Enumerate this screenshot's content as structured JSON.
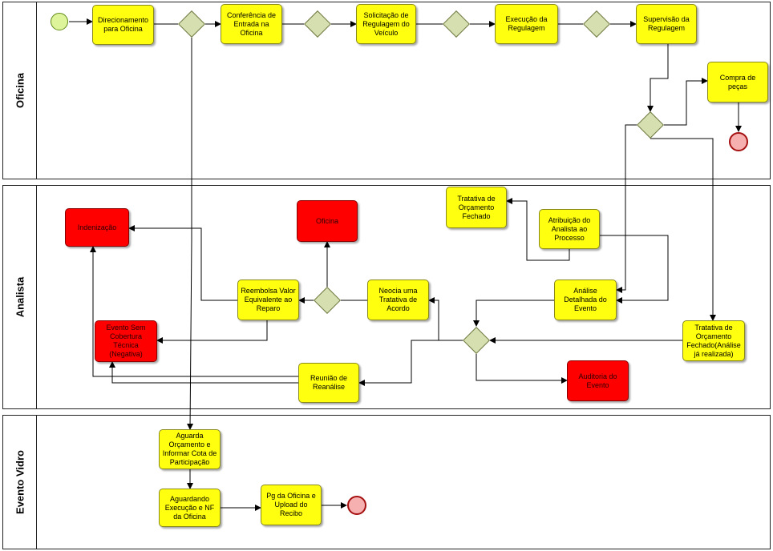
{
  "lanes": {
    "oficina": "Oficina",
    "analista": "Analista",
    "evento_vidro": "Evento Vidro"
  },
  "tasks": {
    "direcionamento": "Direcionamento para Oficina",
    "conferencia": "Conferência de Entrada na Oficina",
    "solicitacao": "Solicitação de Regulagem do Veículo",
    "execucao_regulagem": "Execução da Regulagem",
    "supervisao": "Supervisão da Regulagem",
    "compra_pecas": "Compra de peças",
    "tratativa_fechado": "Tratativa de Orçamento Fechado",
    "atribuicao": "Atribuição do Analista ao Processo",
    "indenizacao": "Indenização",
    "oficina_red": "Oficina",
    "reembolsa": "Reembolsa Valor Equivalente ao Reparo",
    "neocia": "Neocia uma Tratativa de Acordo",
    "analise_detalhada": "Análise Detalhada do Evento",
    "tratativa_analise": "Tratativa de Orçamento Fechado(Análise já realizada)",
    "evento_sem_cobertura": "Evento Sem Cobertura Técnica (Negativa)",
    "reuniao": "Reunião de Reanálise",
    "auditoria": "Auditoria do Evento",
    "aguarda_orcamento": "Aguarda Orçamento e Informar Cota de Participação",
    "aguardando_execucao": "Aguardando Execução e NF da Oficina",
    "pg_oficina": "Pg da Oficina e Upload do Recibo"
  },
  "colors": {
    "task_fill": "#ffff0f",
    "task_red": "#ff0000",
    "gateway_fill": "#d5dfb0",
    "start_fill": "#ddf49b",
    "end_fill": "#f6b0b0"
  }
}
